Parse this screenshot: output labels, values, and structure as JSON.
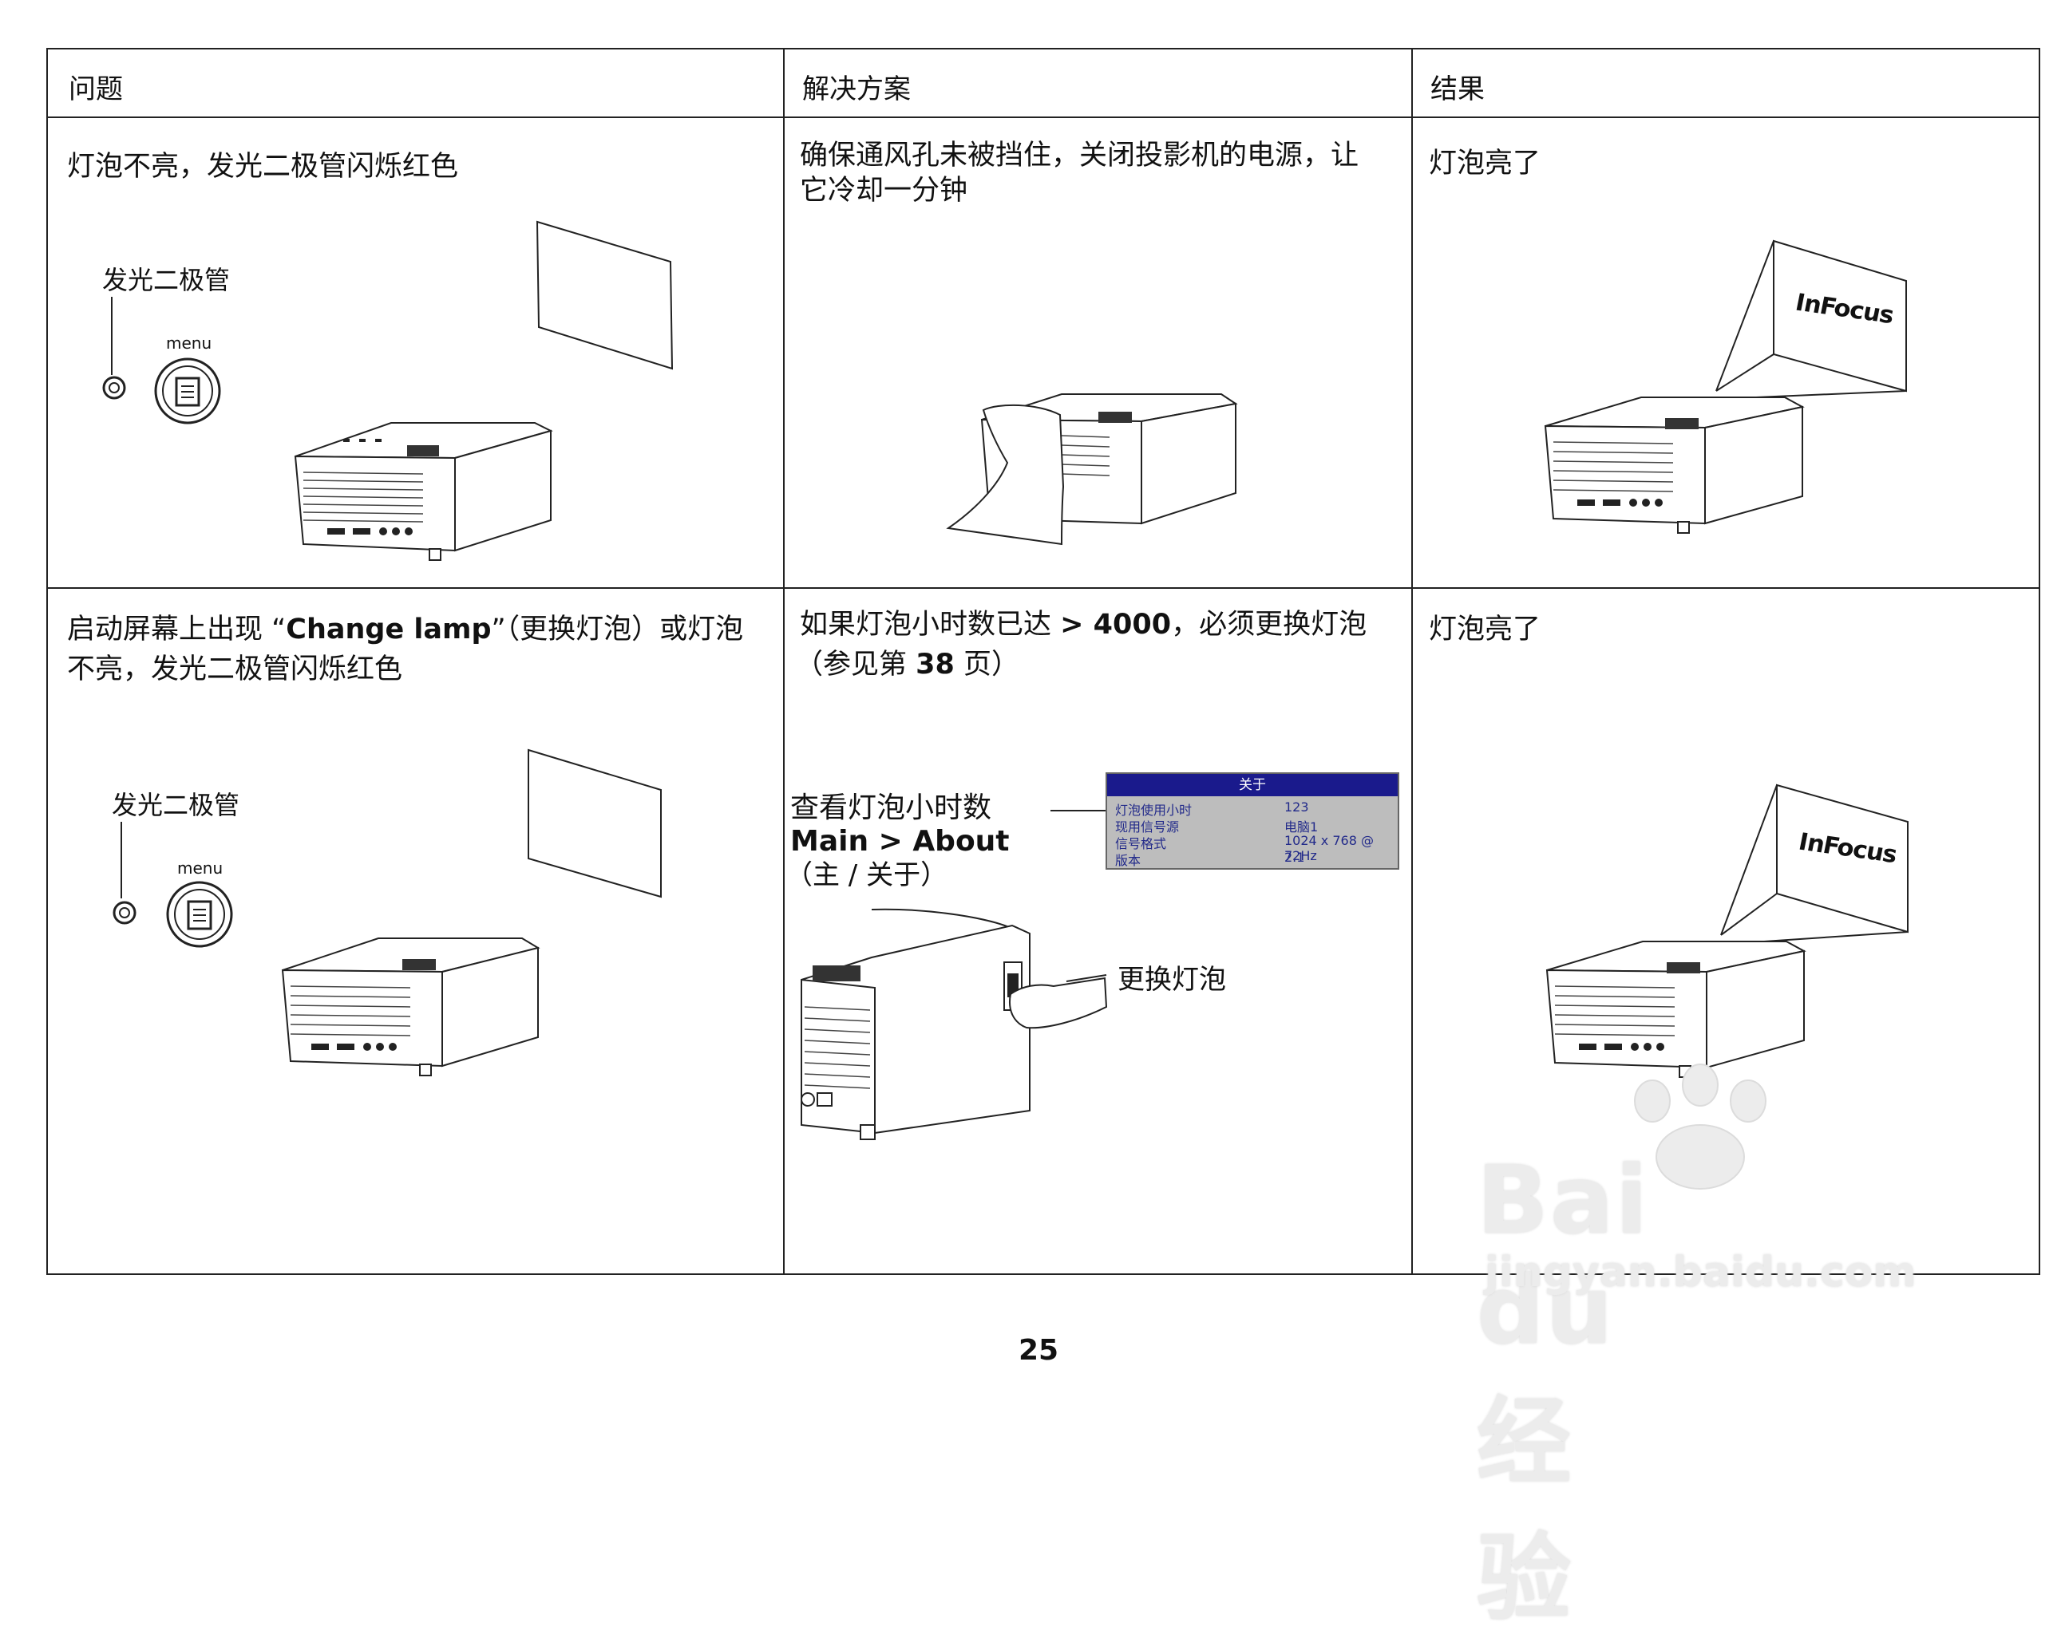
{
  "headers": {
    "problem": "问题",
    "solution": "解决方案",
    "result": "结果"
  },
  "row1": {
    "problem": "灯泡不亮，发光二极管闪烁红色",
    "led_label": "发光二极管",
    "menu_label": "menu",
    "solution_line1": "确保通风孔未被挡住，关闭投影机的电源，让",
    "solution_line2": "它冷却一分钟",
    "result": "灯泡亮了",
    "logo": "InFocus"
  },
  "row2": {
    "problem_pre": "启动屏幕上出现 “",
    "problem_bold": "Change lamp",
    "problem_post": "”（更换灯泡）或灯泡",
    "problem_line2": "不亮，发光二极管闪烁红色",
    "led_label": "发光二极管",
    "menu_label": "menu",
    "solution_pre": "如果灯泡小时数已达 ",
    "solution_bold": "> 4000",
    "solution_post": "，必须更换灯泡",
    "solution_line2_pre": "（参见第 ",
    "solution_line2_bold": "38",
    "solution_line2_post": " 页）",
    "check_hours": "查看灯泡小时数",
    "check_path": "Main > About",
    "check_path_cn": "（主 / 关于）",
    "replace_lamp": "更换灯泡",
    "result": "灯泡亮了",
    "logo": "InFocus"
  },
  "about_menu": {
    "title": "关于",
    "rows": [
      {
        "key": "灯泡使用小时",
        "value": "123"
      },
      {
        "key": "现用信号源",
        "value": "电脑1"
      },
      {
        "key": "信号格式",
        "value": "1024 x 768 @ 72Hz"
      },
      {
        "key": "版本",
        "value": "2.1"
      }
    ]
  },
  "page_number": "25",
  "watermark": {
    "brand": "Bai du 经验",
    "url": "jingyan.baidu.com"
  }
}
